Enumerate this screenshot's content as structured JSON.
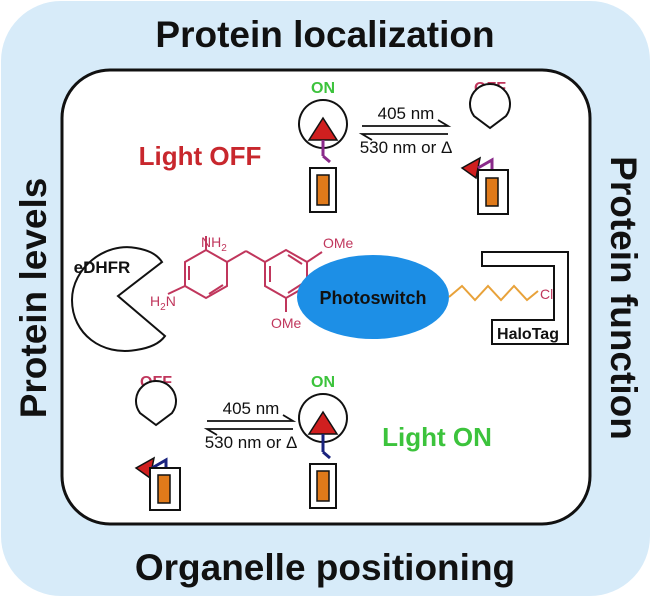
{
  "outer": {
    "top": "Protein localization",
    "bottom": "Organelle positioning",
    "left": "Protein levels",
    "right": "Protein function"
  },
  "state_off": {
    "label": "Light OFF",
    "switch_on": "ON",
    "switch_off": "OFF",
    "forward": "405 nm",
    "reverse": "530 nm or Δ"
  },
  "state_on": {
    "label": "Light ON",
    "switch_off": "OFF",
    "switch_on": "ON",
    "forward": "405 nm",
    "reverse": "530 nm or Δ"
  },
  "molecule": {
    "edhfr": "eDHFR",
    "photoswitch": "Photoswitch",
    "halotag": "HaloTag",
    "nh2_top": "NH",
    "nh2_top_sub": "2",
    "nh2_left": "H",
    "nh2_left_sub": "2",
    "nh2_left_tail": "N",
    "ome_top": "OMe",
    "ome_bottom": "OMe",
    "cl": "Cl"
  },
  "colors": {
    "bg_panel": "#d7ebf9",
    "red_label": "#c8272d",
    "green_label": "#3cc33c",
    "photoswitch_fill": "#1d8fe6",
    "chem": "#c0365c",
    "linker_orange": "#e8a23a",
    "tag_orange": "#e07a1a",
    "purple_link": "#8a2a8a",
    "navy_link": "#1a237e",
    "arrow_red": "#d01f1f"
  }
}
